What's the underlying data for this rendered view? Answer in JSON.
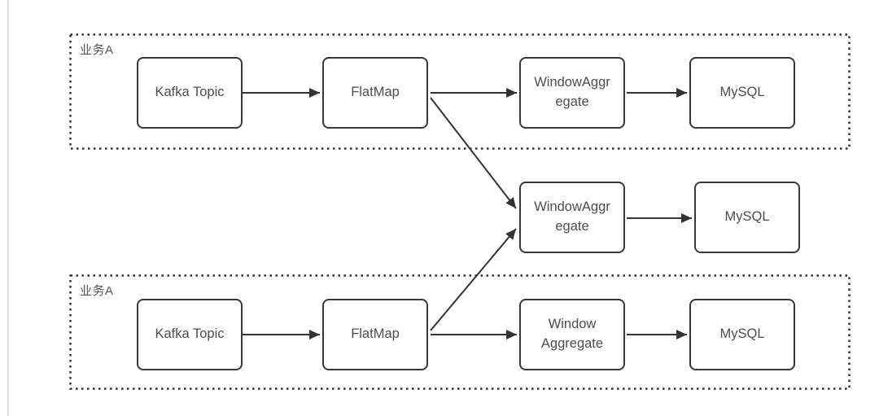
{
  "diagram": {
    "type": "flow",
    "groups": [
      {
        "id": "business-a-top",
        "label": "业务A"
      },
      {
        "id": "business-a-bottom",
        "label": "业务A"
      }
    ],
    "nodes": {
      "kafka_top": {
        "label": "Kafka Topic",
        "group": "business-a-top"
      },
      "flatmap_top": {
        "label": "FlatMap",
        "group": "business-a-top"
      },
      "winagg_top": {
        "label": "WindowAggregate",
        "group": "business-a-top"
      },
      "mysql_top": {
        "label": "MySQL",
        "group": "business-a-top"
      },
      "winagg_mid": {
        "label": "WindowAggregate",
        "group": null
      },
      "mysql_mid": {
        "label": "MySQL",
        "group": null
      },
      "kafka_bot": {
        "label": "Kafka Topic",
        "group": "business-a-bottom"
      },
      "flatmap_bot": {
        "label": "FlatMap",
        "group": "business-a-bottom"
      },
      "winagg_bot": {
        "label": "Window Aggregate",
        "group": "business-a-bottom"
      },
      "mysql_bot": {
        "label": "MySQL",
        "group": "business-a-bottom"
      }
    },
    "edges": [
      {
        "from": "kafka_top",
        "to": "flatmap_top"
      },
      {
        "from": "flatmap_top",
        "to": "winagg_top"
      },
      {
        "from": "winagg_top",
        "to": "mysql_top"
      },
      {
        "from": "flatmap_top",
        "to": "winagg_mid"
      },
      {
        "from": "winagg_mid",
        "to": "mysql_mid"
      },
      {
        "from": "kafka_bot",
        "to": "flatmap_bot"
      },
      {
        "from": "flatmap_bot",
        "to": "winagg_bot"
      },
      {
        "from": "winagg_bot",
        "to": "mysql_bot"
      },
      {
        "from": "flatmap_bot",
        "to": "winagg_mid"
      }
    ],
    "colors": {
      "background": "#ffffff",
      "node_border": "#383838",
      "node_text": "#4d4d4d",
      "group_border": "#2f2f2f",
      "group_label_text": "#555555",
      "arrow": "#333333",
      "left_rule": "#dcdcdc"
    }
  }
}
